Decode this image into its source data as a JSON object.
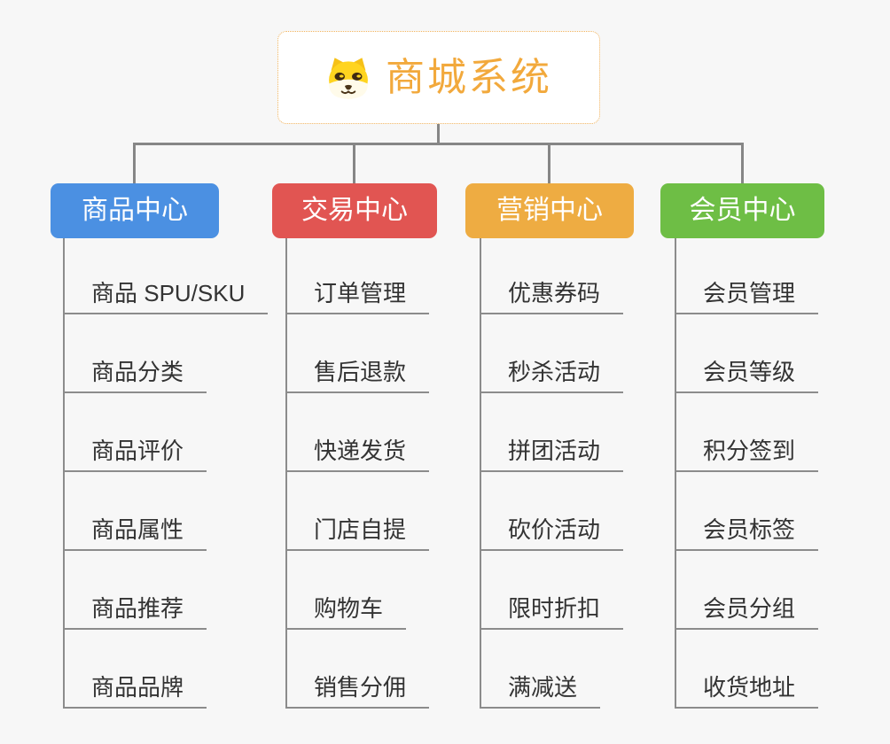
{
  "colors": {
    "bg": "#f7f7f7",
    "connector": "#868686",
    "childline": "#8c8c8c",
    "root-border": "#F0B25C",
    "root-text": "#F2A93C"
  },
  "root": {
    "label": "商城系统",
    "icon": "shiba-dog-icon"
  },
  "branches": [
    {
      "label": "商品中心",
      "color": "#4B90E2",
      "children": [
        "商品 SPU/SKU",
        "商品分类",
        "商品评价",
        "商品属性",
        "商品推荐",
        "商品品牌"
      ]
    },
    {
      "label": "交易中心",
      "color": "#E15552",
      "children": [
        "订单管理",
        "售后退款",
        "快递发货",
        "门店自提",
        "购物车",
        "销售分佣"
      ]
    },
    {
      "label": "营销中心",
      "color": "#EEAC42",
      "children": [
        "优惠券码",
        "秒杀活动",
        "拼团活动",
        "砍价活动",
        "限时折扣",
        "满减送"
      ]
    },
    {
      "label": "会员中心",
      "color": "#6EBE45",
      "children": [
        "会员管理",
        "会员等级",
        "积分签到",
        "会员标签",
        "会员分组",
        "收货地址"
      ]
    }
  ]
}
